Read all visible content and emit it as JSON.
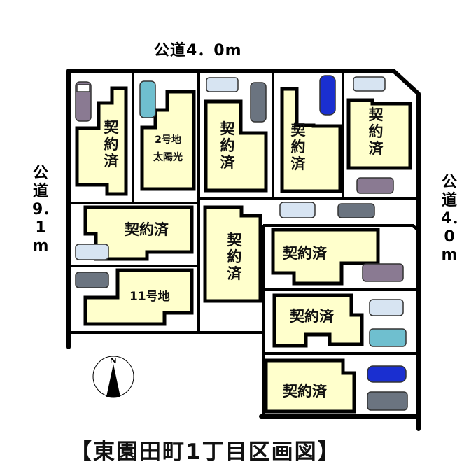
{
  "title": "【東園田町1丁目区画図】",
  "roads": {
    "top": "公道4．0m",
    "left": "公道9．1m",
    "right": "公道4．0m"
  },
  "compass": {
    "label": "N"
  },
  "lots": [
    {
      "id": "lot-1",
      "label": "契約済"
    },
    {
      "id": "lot-2",
      "label": "2号地",
      "sublabel": "太陽光"
    },
    {
      "id": "lot-3",
      "label": "契約済"
    },
    {
      "id": "lot-4",
      "label": "契約済"
    },
    {
      "id": "lot-5",
      "label": "契約済"
    },
    {
      "id": "lot-6",
      "label": "契約済"
    },
    {
      "id": "lot-7",
      "label": "契約済"
    },
    {
      "id": "lot-8",
      "label": "契約済"
    },
    {
      "id": "lot-11",
      "label": "11号地"
    },
    {
      "id": "lot-9",
      "label": "契約済"
    },
    {
      "id": "lot-10",
      "label": "契約済"
    }
  ],
  "colors": {
    "building": "#FFFFCC",
    "outline": "#000000",
    "background": "#FFFFFF"
  }
}
